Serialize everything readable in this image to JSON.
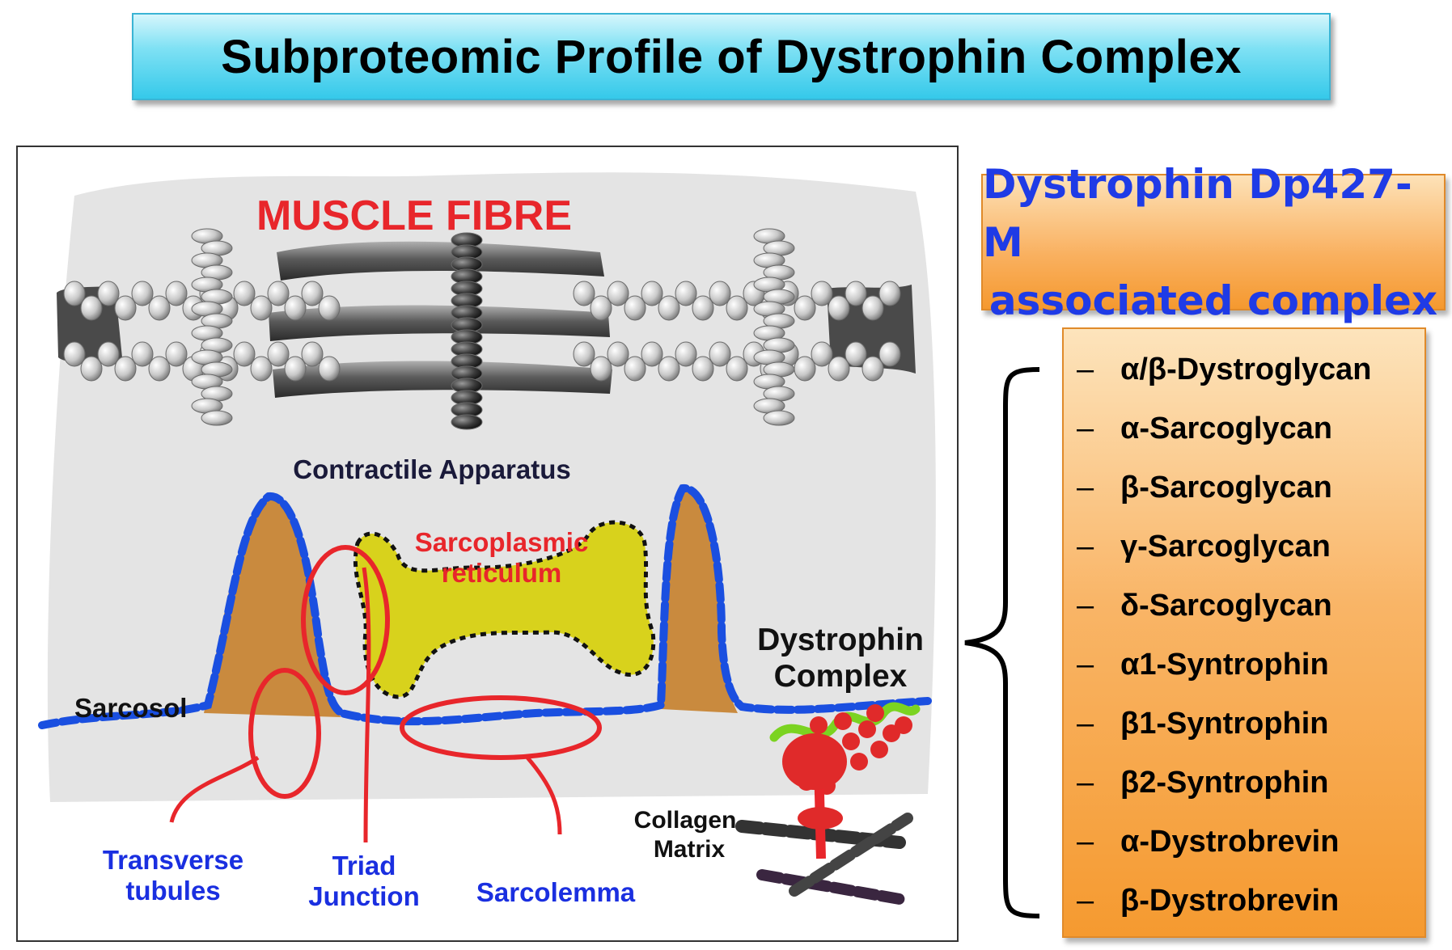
{
  "title": "Subproteomic Profile of Dystrophin Complex",
  "diagram": {
    "muscle_fibre": "MUSCLE FIBRE",
    "contractile_apparatus": "Contractile Apparatus",
    "sarcoplasmic_line1": "Sarcoplasmic",
    "sarcoplasmic_line2": "reticulum",
    "dystrophin_line1": "Dystrophin",
    "dystrophin_line2": "Complex",
    "sarcosol": "Sarcosol",
    "collagen_line1": "Collagen",
    "collagen_line2": "Matrix",
    "transverse_line1": "Transverse",
    "transverse_line2": "tubules",
    "triad_line1": "Triad",
    "triad_line2": "Junction",
    "sarcolemma": "Sarcolemma"
  },
  "complex_box": {
    "line1": "Dystrophin Dp427-M",
    "line2": "associated complex"
  },
  "components": [
    {
      "dash": "–",
      "label": "α/β-Dystroglycan"
    },
    {
      "dash": "–",
      "label": "α-Sarcoglycan"
    },
    {
      "dash": "–",
      "label": "β-Sarcoglycan"
    },
    {
      "dash": "–",
      "label": "γ-Sarcoglycan"
    },
    {
      "dash": "–",
      "label": "δ-Sarcoglycan"
    },
    {
      "dash": "–",
      "label": "α1-Syntrophin"
    },
    {
      "dash": "–",
      "label": "β1-Syntrophin"
    },
    {
      "dash": "–",
      "label": "β2-Syntrophin"
    },
    {
      "dash": "–",
      "label": "α-Dystrobrevin"
    },
    {
      "dash": "–",
      "label": "β-Dystrobrevin"
    }
  ],
  "colors": {
    "title_banner": "#5fd6ee",
    "label_red": "#e8262b",
    "label_blue": "#1a2fe0",
    "label_dark": "#1a1a3a",
    "membrane_blue": "#1a4fe0",
    "tubule_brown": "#c98a3e",
    "reticulum_yellow": "#d8d21c",
    "fibre_grey": "#e4e4e4"
  }
}
